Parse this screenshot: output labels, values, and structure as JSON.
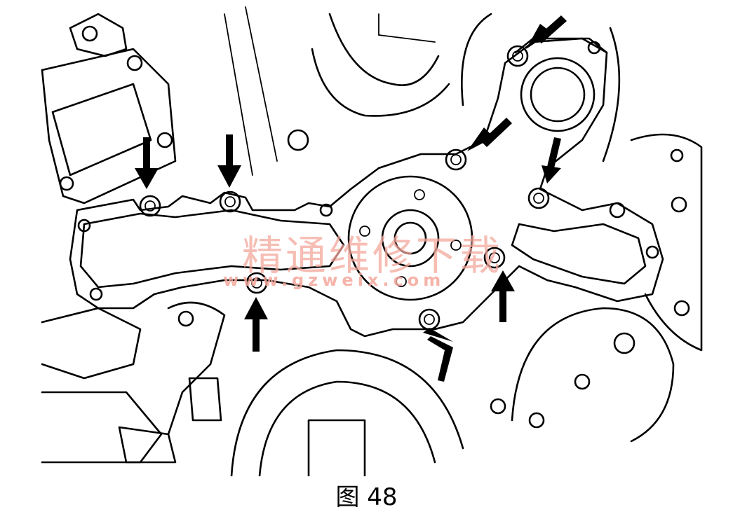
{
  "figure": {
    "caption": "图 48",
    "watermark_cn": "精通维修下载",
    "watermark_url": "www.gzweix.com",
    "line_color": "#000000",
    "watermark_color": "#f4a79c",
    "arrow_count": 8
  }
}
